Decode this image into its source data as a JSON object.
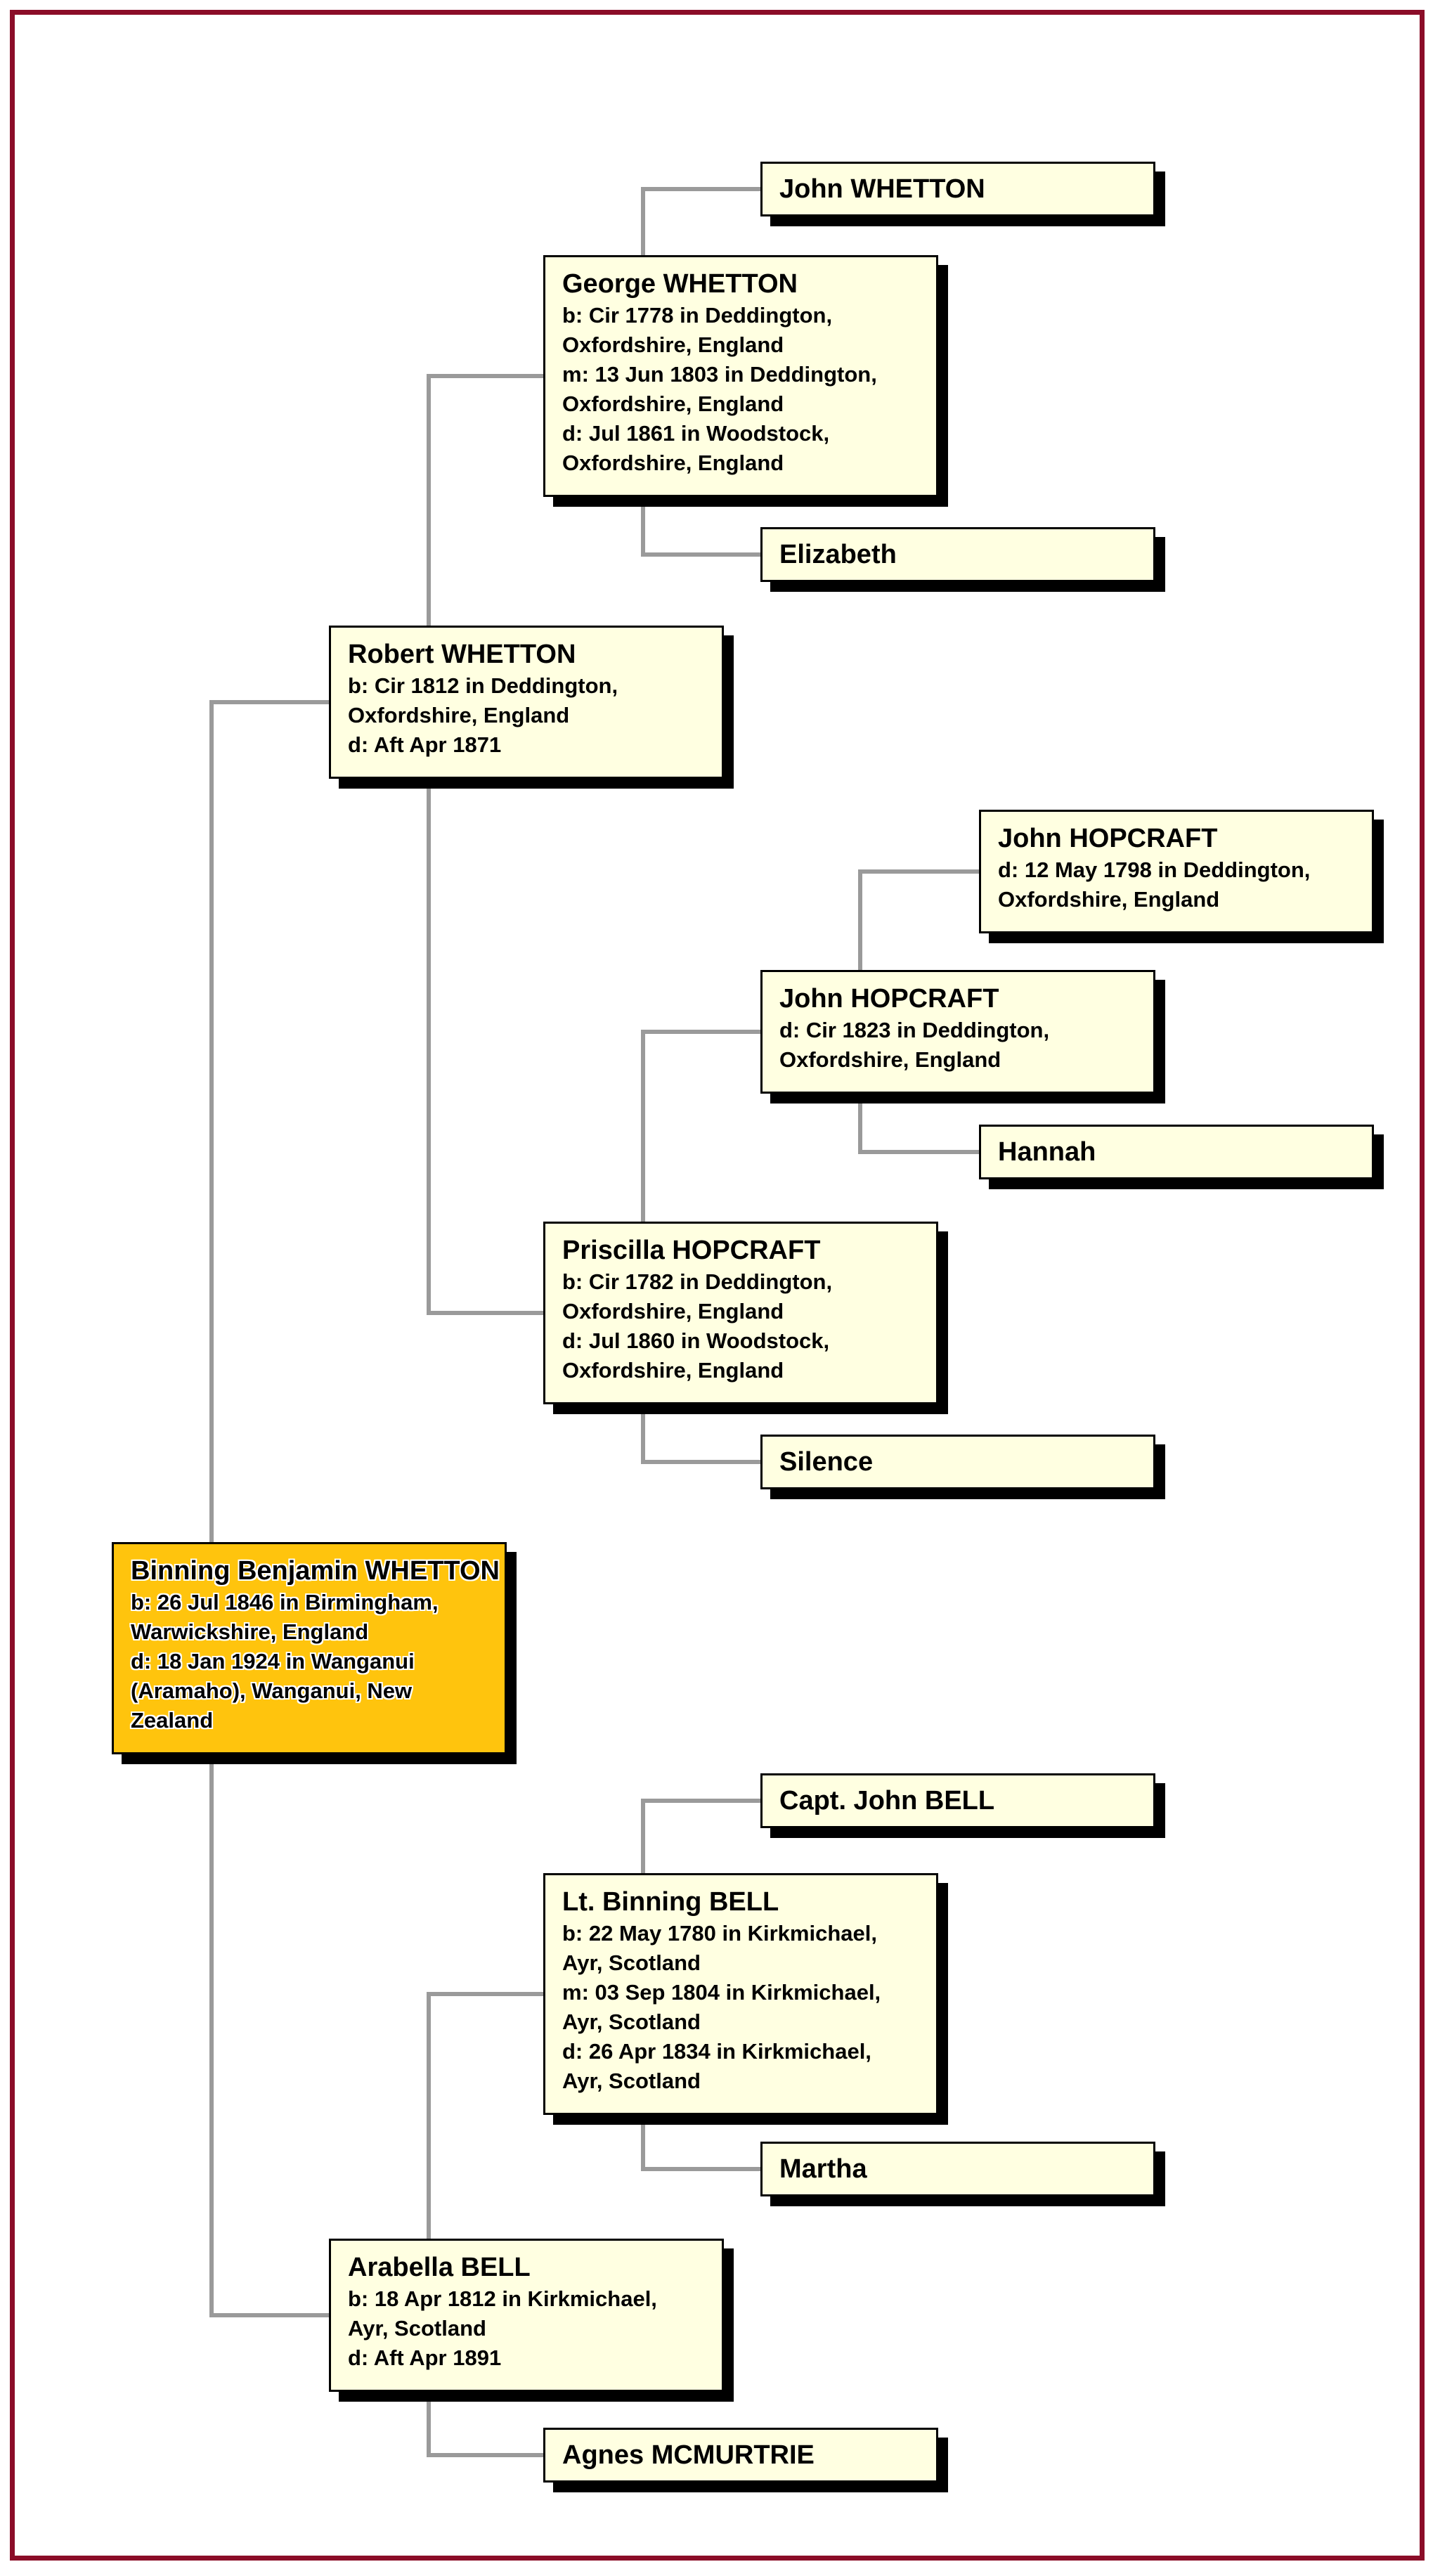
{
  "chart_type": "ancestor-pedigree-tree",
  "colors": {
    "frame_border": "#8B0D28",
    "box_fill": "#FFFFE1",
    "highlight_fill": "#FFC40D",
    "box_border": "#000000",
    "box_shadow": "#000000",
    "connector_line": "#9A9A9A",
    "text": "#000000",
    "page_background": "#FFFFFF"
  },
  "persons": [
    {
      "id": "john-whetton",
      "name": "John WHETTON",
      "details": [],
      "highlight": false
    },
    {
      "id": "george-whetton",
      "name": "George WHETTON",
      "highlight": false,
      "details": [
        "b: Cir 1778 in Deddington,",
        "Oxfordshire, England",
        "m: 13 Jun 1803 in Deddington,",
        "Oxfordshire, England",
        "d: Jul 1861 in Woodstock,",
        "Oxfordshire, England"
      ]
    },
    {
      "id": "elizabeth",
      "name": "Elizabeth",
      "details": [],
      "highlight": false
    },
    {
      "id": "robert-whetton",
      "name": "Robert WHETTON",
      "highlight": false,
      "details": [
        "b: Cir 1812 in Deddington,",
        "Oxfordshire, England",
        "d: Aft Apr 1871"
      ]
    },
    {
      "id": "john-hopcraft-sr",
      "name": "John HOPCRAFT",
      "highlight": false,
      "details": [
        "d: 12 May 1798 in Deddington,",
        "Oxfordshire, England"
      ]
    },
    {
      "id": "john-hopcraft-jr",
      "name": "John HOPCRAFT",
      "highlight": false,
      "details": [
        "d: Cir 1823 in Deddington,",
        "Oxfordshire, England"
      ]
    },
    {
      "id": "hannah",
      "name": "Hannah",
      "details": [],
      "highlight": false
    },
    {
      "id": "priscilla-hopcraft",
      "name": "Priscilla HOPCRAFT",
      "highlight": false,
      "details": [
        "b: Cir 1782 in Deddington,",
        "Oxfordshire, England",
        "d: Jul 1860 in Woodstock,",
        "Oxfordshire, England"
      ]
    },
    {
      "id": "silence",
      "name": "Silence",
      "details": [],
      "highlight": false
    },
    {
      "id": "binning-benjamin-whetton",
      "name": "Binning Benjamin WHETTON",
      "highlight": true,
      "details": [
        "b: 26 Jul 1846 in Birmingham,",
        "Warwickshire, England",
        "d: 18 Jan 1924 in Wanganui",
        "(Aramaho), Wanganui, New",
        "Zealand"
      ]
    },
    {
      "id": "capt-john-bell",
      "name": "Capt. John BELL",
      "details": [],
      "highlight": false
    },
    {
      "id": "lt-binning-bell",
      "name": "Lt. Binning BELL",
      "highlight": false,
      "details": [
        "b: 22 May 1780 in Kirkmichael,",
        "Ayr, Scotland",
        "m: 03 Sep 1804 in Kirkmichael,",
        "Ayr, Scotland",
        "d: 26 Apr 1834 in Kirkmichael,",
        "Ayr, Scotland"
      ]
    },
    {
      "id": "martha",
      "name": "Martha",
      "details": [],
      "highlight": false
    },
    {
      "id": "arabella-bell",
      "name": "Arabella BELL",
      "highlight": false,
      "details": [
        "b: 18 Apr 1812 in Kirkmichael,",
        "Ayr, Scotland",
        "d: Aft Apr 1891"
      ]
    },
    {
      "id": "agnes-mcmurtrie",
      "name": "Agnes MCMURTRIE",
      "details": [],
      "highlight": false
    }
  ],
  "relationships": [
    {
      "child": "binning-benjamin-whetton",
      "father": "robert-whetton",
      "mother": "arabella-bell"
    },
    {
      "child": "robert-whetton",
      "father": "george-whetton",
      "mother": "priscilla-hopcraft"
    },
    {
      "child": "george-whetton",
      "father": "john-whetton",
      "mother": "elizabeth"
    },
    {
      "child": "priscilla-hopcraft",
      "father": "john-hopcraft-jr",
      "mother": "silence"
    },
    {
      "child": "john-hopcraft-jr",
      "father": "john-hopcraft-sr",
      "mother": "hannah"
    },
    {
      "child": "arabella-bell",
      "father": "lt-binning-bell",
      "mother": "agnes-mcmurtrie"
    },
    {
      "child": "lt-binning-bell",
      "father": "capt-john-bell",
      "mother": "martha"
    }
  ]
}
